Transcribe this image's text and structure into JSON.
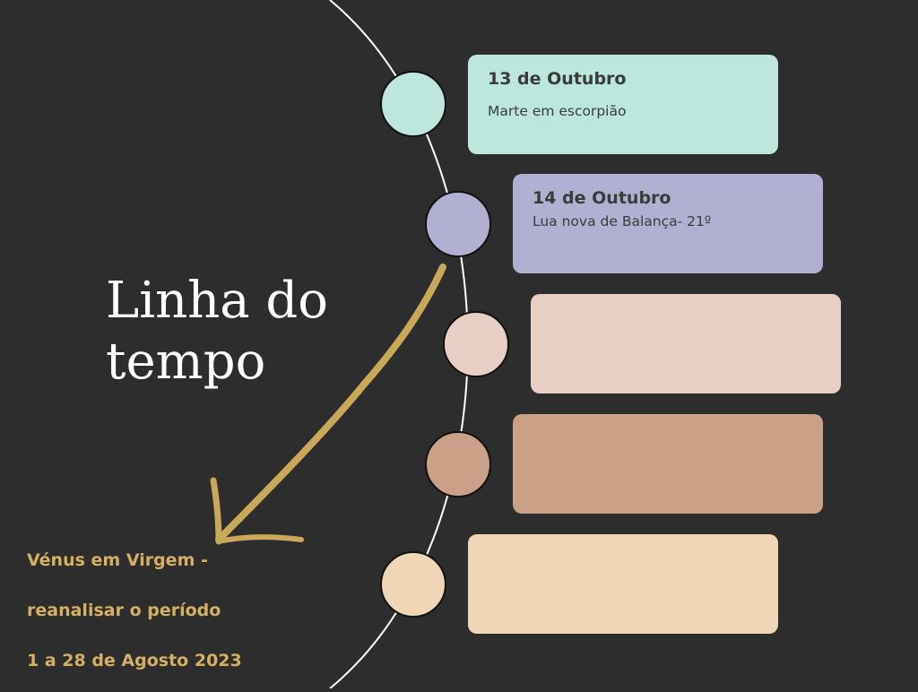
{
  "title": {
    "line1": "Linha do",
    "line2": "tempo"
  },
  "note": {
    "line1": "Vénus em Virgem -",
    "line2": "reanalisar o período",
    "line3": "1 a 28 de Agosto 2023"
  },
  "colors": {
    "background": "#2d2d2d",
    "mint": "#bde6dd",
    "lavender": "#b2b0d0",
    "blush": "#e7cfc6",
    "tan": "#c9a088",
    "cream": "#efd6b4",
    "arrow": "#c9a85a",
    "note_text": "#d4b062"
  },
  "timeline": [
    {
      "date": "13 de Outubro",
      "text": "Marte em escorpião",
      "color": "mint"
    },
    {
      "date": "14 de Outubro",
      "text": "Lua nova de Balança- 21º",
      "color": "lavender"
    },
    {
      "date": "",
      "text": "",
      "color": "blush"
    },
    {
      "date": "",
      "text": "",
      "color": "tan"
    },
    {
      "date": "",
      "text": "",
      "color": "cream"
    }
  ]
}
